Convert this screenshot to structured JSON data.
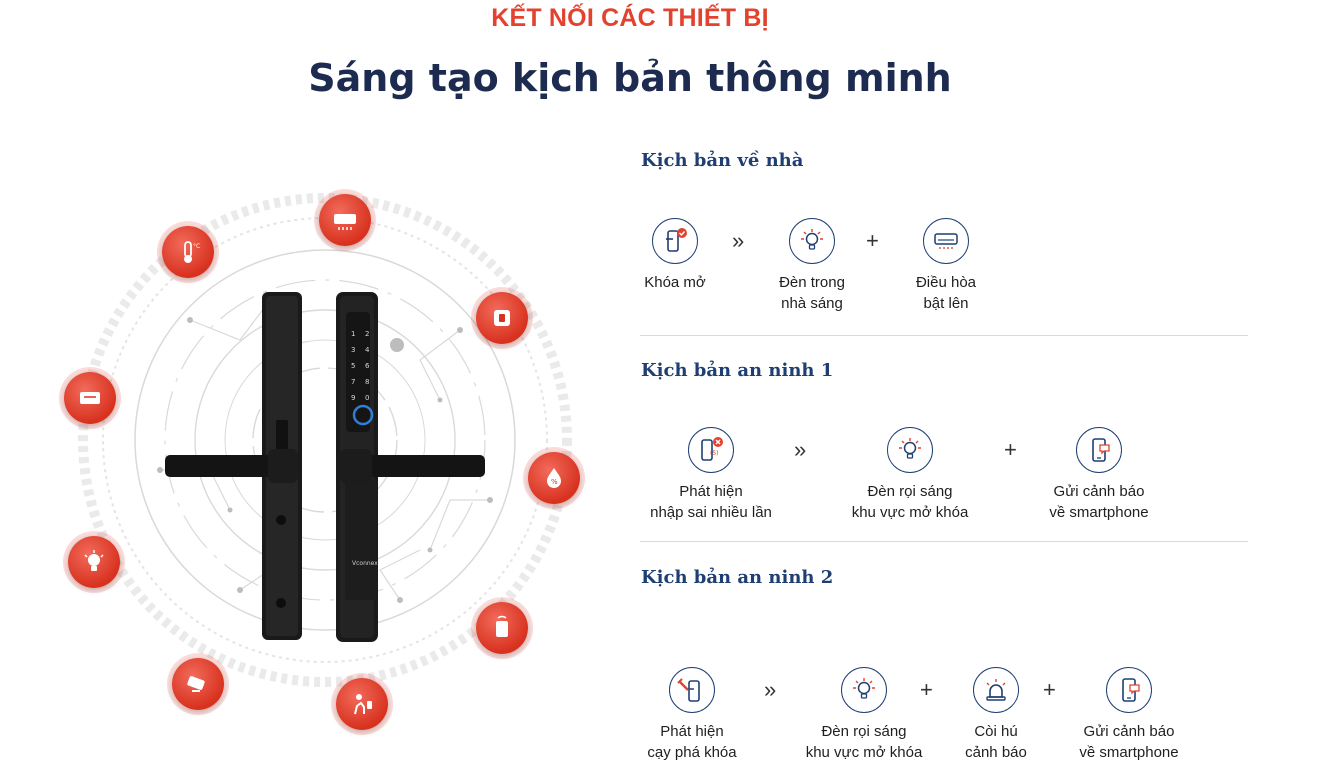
{
  "header": {
    "eyebrow": "KẾT NỐI CÁC THIẾT BỊ",
    "headline": "Sáng tạo kịch bản thông minh"
  },
  "illustration": {
    "brand": "Vconnex",
    "devices": [
      "thermometer-icon",
      "air-conditioner-icon",
      "smart-switch-icon",
      "humidity-icon",
      "door-sensor-icon",
      "motion-sensor-icon",
      "camera-icon",
      "bulb-icon",
      "ir-remote-icon"
    ],
    "keypad": [
      "1",
      "2",
      "3",
      "4",
      "5",
      "6",
      "7",
      "8",
      "9",
      "0"
    ]
  },
  "scenarios": [
    {
      "title": "Kịch bản về nhà",
      "steps": [
        {
          "label": "Khóa mở",
          "icon": "lock-open-icon"
        },
        {
          "label": "Đèn trong\nnhà sáng",
          "icon": "bulb-icon"
        },
        {
          "label": "Điều hòa\nbật lên",
          "icon": "air-conditioner-icon"
        }
      ],
      "operators": [
        "»",
        "+"
      ]
    },
    {
      "title": "Kịch bản an ninh 1",
      "steps": [
        {
          "label": "Phát hiện\nnhập sai nhiều lần",
          "icon": "lock-wrong-icon"
        },
        {
          "label": "Đèn rọi sáng\nkhu vực mở khóa",
          "icon": "bulb-icon"
        },
        {
          "label": "Gửi cảnh báo\nvề smartphone",
          "icon": "smartphone-alert-icon"
        }
      ],
      "operators": [
        "»",
        "+"
      ]
    },
    {
      "title": "Kịch bản an ninh 2",
      "steps": [
        {
          "label": "Phát hiện\ncạy phá khóa",
          "icon": "lock-break-icon"
        },
        {
          "label": "Đèn rọi sáng\nkhu vực mở khóa",
          "icon": "bulb-icon"
        },
        {
          "label": "Còi hú\ncảnh báo",
          "icon": "siren-icon"
        },
        {
          "label": "Gửi cảnh báo\nvề smartphone",
          "icon": "smartphone-alert-icon"
        }
      ],
      "operators": [
        "»",
        "+",
        "+"
      ]
    }
  ],
  "colors": {
    "accent_red": "#e3422f",
    "navy": "#1c2b4f",
    "icon_blue": "#1f3f73"
  }
}
